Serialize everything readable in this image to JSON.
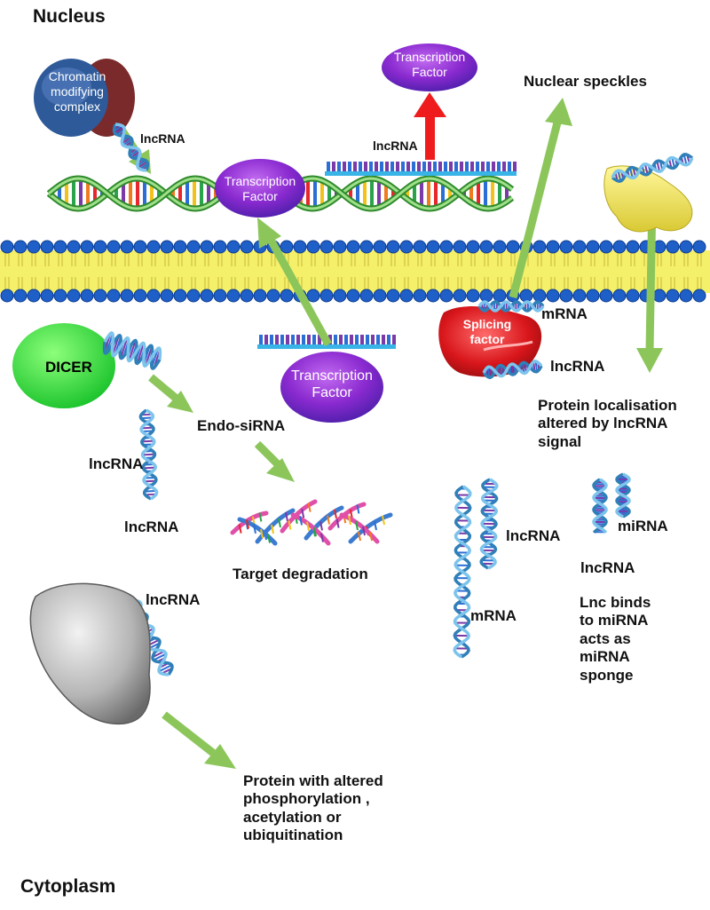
{
  "compartments": {
    "nucleus": "Nucleus",
    "cytoplasm": "Cytoplasm"
  },
  "labels": {
    "chromatin_complex": "Chromatin modifying complex",
    "tf_top": "Transcription Factor",
    "tf_dna": "Transcription Factor",
    "tf_lower": "Transcription Factor",
    "lncrna_chromatin": "lncRNA",
    "lncrna_dna": "lncRNA",
    "nuclear_speckles": "Nuclear speckles",
    "splicing_factor": "Splicing factor",
    "mrna_splice": "mRNA",
    "lncrna_splice": "lncRNA",
    "protein_localisation": "Protein localisation altered by lncRNA signal",
    "dicer": "DICER",
    "endo_sirna": "Endo-siRNA",
    "lncrna_left1": "lncRNA",
    "lncrna_left2": "lncRNA",
    "target_degradation": "Target degradation",
    "lncrna_pair": "lncRNA",
    "mrna_pair": "mRNA",
    "mirna": "miRNA",
    "lncrna_mirna": "lncRNA",
    "mirna_sponge": "Lnc binds to miRNA acts as miRNA sponge",
    "lncrna_protein": "lncRNA",
    "protein_modification": "Protein with altered phosphorylation , acetylation or ubiquitination"
  },
  "colors": {
    "arrow_green": "#8cc65b",
    "arrow_red": "#ee1c1c",
    "membrane_head": "#1f5fc8",
    "membrane_tail": "#f4f06a",
    "dicer": "#2ee63a",
    "tf_purple": "#8a2ad0",
    "splicing_red": "#d8161b",
    "protein_yellow": "#efe24a",
    "protein_grey": "#9a9a9a"
  }
}
